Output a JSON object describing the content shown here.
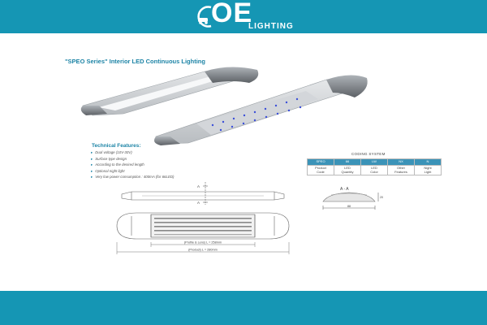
{
  "header": {
    "logo_main": "OE",
    "logo_sub": "LIGHTING",
    "brand_color": "#1596b4"
  },
  "document": {
    "title": "\"SPEO Series\" Interior LED Continuous Lighting"
  },
  "technical_features": {
    "heading": "Technical Features:",
    "items": [
      "Dual voltage (10V-30V)",
      "Surface type design",
      "According to the desired length",
      "Optional night light",
      "Very low power consumption : 400mA (for 66LED)"
    ]
  },
  "coding_system": {
    "title": "CODING SYSTEM",
    "codes": [
      "SPEO",
      "66",
      "LW",
      "NX",
      "N"
    ],
    "labels": [
      [
        "Product",
        "Code"
      ],
      [
        "LED",
        "Quantity"
      ],
      [
        "LED",
        "Color"
      ],
      [
        "Other",
        "Features"
      ],
      [
        "Night",
        "Light"
      ]
    ]
  },
  "drawing_labels": {
    "section_a": "A",
    "section_view": "A - A",
    "dim_profile": "(Profile & Lens) L = 258mm",
    "dim_product": "(Product) L = 280mm",
    "dim_width": "88",
    "dim_height": "20"
  }
}
